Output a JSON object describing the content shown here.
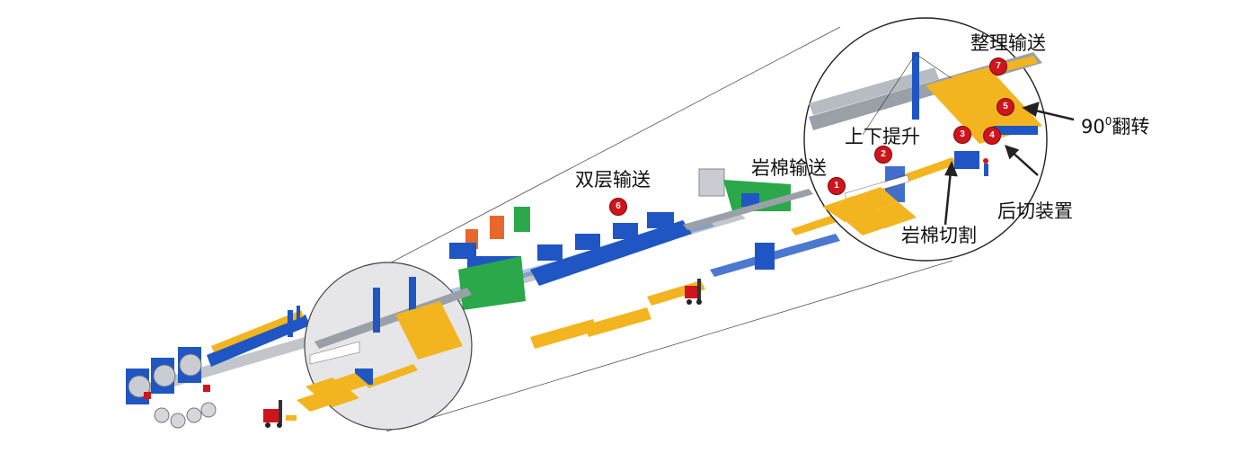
{
  "labels": {
    "double_layer_conveying": "双层输送",
    "rockwool_conveying": "岩棉输送",
    "up_down_lift": "上下提升",
    "sorting_conveying": "整理输送",
    "turn_prefix": "90",
    "turn_sup": "0",
    "turn_suffix": "翻转",
    "rear_cutting_device": "后切装置",
    "rockwool_cutting": "岩棉切割"
  },
  "badges": {
    "b1": "1",
    "b2": "2",
    "b3": "3",
    "b4": "4",
    "b5": "5",
    "b6": "6",
    "b7": "7"
  },
  "colors": {
    "frame_blue": "#1f56c4",
    "rockwool_yellow": "#f2b51f",
    "machine_green": "#2aa84a",
    "tank_orange": "#e8672a",
    "badge_red": "#d0141c",
    "gray_steel": "#9aa0a8"
  }
}
